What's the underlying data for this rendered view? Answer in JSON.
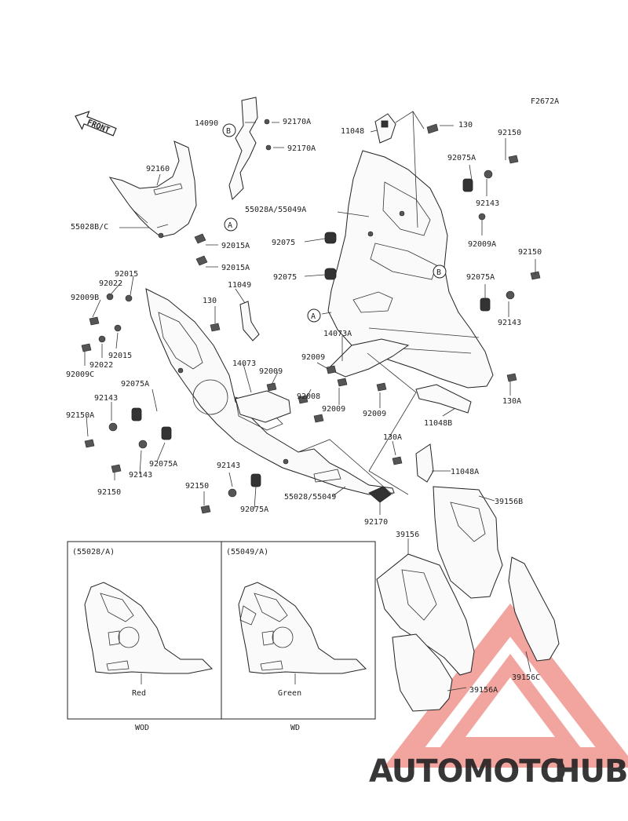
{
  "code": "F2672A",
  "front_label": "FRONT",
  "parts": [
    {
      "id": "14090",
      "label": "14090"
    },
    {
      "id": "92170A_1",
      "label": "92170A"
    },
    {
      "id": "92170A_2",
      "label": "92170A"
    },
    {
      "id": "11048",
      "label": "11048"
    },
    {
      "id": "130_top",
      "label": "130"
    },
    {
      "id": "92150_top",
      "label": "92150"
    },
    {
      "id": "92160",
      "label": "92160"
    },
    {
      "id": "92075A_1",
      "label": "92075A"
    },
    {
      "id": "55028A",
      "label": "55028A/55049A"
    },
    {
      "id": "92143_1",
      "label": "92143"
    },
    {
      "id": "55028BC",
      "label": "55028B/C"
    },
    {
      "id": "92015A_1",
      "label": "92015A"
    },
    {
      "id": "92075_1",
      "label": "92075"
    },
    {
      "id": "92009A",
      "label": "92009A"
    },
    {
      "id": "92015A_2",
      "label": "92015A"
    },
    {
      "id": "92150_r",
      "label": "92150"
    },
    {
      "id": "92075_2",
      "label": "92075"
    },
    {
      "id": "92015",
      "label": "92015"
    },
    {
      "id": "11049",
      "label": "11049"
    },
    {
      "id": "92022_1",
      "label": "92022"
    },
    {
      "id": "92075A_2",
      "label": "92075A"
    },
    {
      "id": "92009B",
      "label": "92009B"
    },
    {
      "id": "130_mid",
      "label": "130"
    },
    {
      "id": "92143_2",
      "label": "92143"
    },
    {
      "id": "14073A",
      "label": "14073A"
    },
    {
      "id": "92015_2",
      "label": "92015"
    },
    {
      "id": "92022_2",
      "label": "92022"
    },
    {
      "id": "92009C",
      "label": "92009C"
    },
    {
      "id": "14073",
      "label": "14073"
    },
    {
      "id": "92009_1",
      "label": "92009"
    },
    {
      "id": "92009_2",
      "label": "92009"
    },
    {
      "id": "92009_3",
      "label": "92009"
    },
    {
      "id": "92009_4",
      "label": "92009"
    },
    {
      "id": "130A_r",
      "label": "130A"
    },
    {
      "id": "92075A_3",
      "label": "92075A"
    },
    {
      "id": "92008",
      "label": "92008"
    },
    {
      "id": "92143_3",
      "label": "92143"
    },
    {
      "id": "11048B",
      "label": "11048B"
    },
    {
      "id": "92150A",
      "label": "92150A"
    },
    {
      "id": "92075A_4",
      "label": "92075A"
    },
    {
      "id": "130A_b",
      "label": "130A"
    },
    {
      "id": "92143_4",
      "label": "92143"
    },
    {
      "id": "11048A",
      "label": "11048A"
    },
    {
      "id": "92150_bl",
      "label": "92150"
    },
    {
      "id": "92143_5",
      "label": "92143"
    },
    {
      "id": "92150_bm",
      "label": "92150"
    },
    {
      "id": "92075A_5",
      "label": "92075A"
    },
    {
      "id": "55028_55049",
      "label": "55028/55049"
    },
    {
      "id": "39156B",
      "label": "39156B"
    },
    {
      "id": "92170",
      "label": "92170"
    },
    {
      "id": "39156",
      "label": "39156"
    },
    {
      "id": "39156C",
      "label": "39156C"
    },
    {
      "id": "39156A",
      "label": "39156A"
    }
  ],
  "callouts": {
    "a": "A",
    "b": "B"
  },
  "variants": [
    {
      "code": "(55028/A)",
      "color": "Red",
      "market": "WOD"
    },
    {
      "code": "(55049/A)",
      "color": "Green",
      "market": "WD"
    }
  ],
  "watermark": {
    "part1": "AUTOMOTO",
    "part2": "HUB",
    "color1": "#f5b36b",
    "color2": "#8a8a8a",
    "triangle_color": "#e85a4f"
  }
}
